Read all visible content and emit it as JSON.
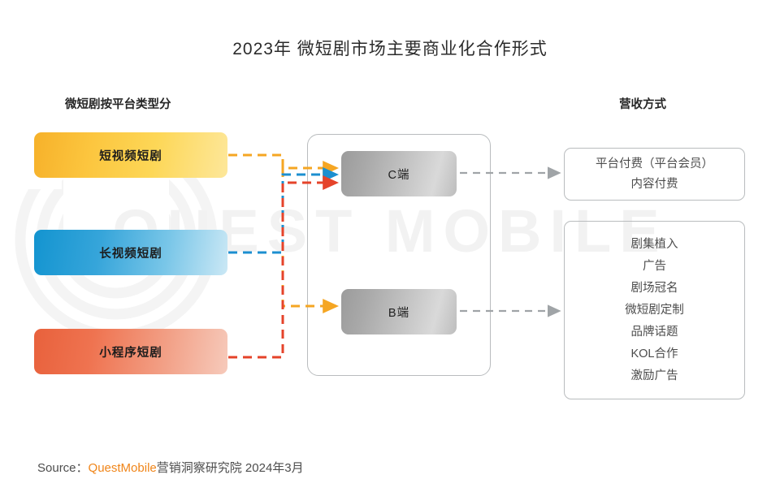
{
  "title": "2023年 微短剧市场主要商业化合作形式",
  "watermark": {
    "text": "QUEST MOBILE"
  },
  "columns": {
    "left_header": "微短剧按平台类型分",
    "right_header": "营收方式"
  },
  "platform_types": [
    {
      "label": "短视频短剧",
      "color": "#f6b12a",
      "line_color": "#f5a623"
    },
    {
      "label": "长视频短剧",
      "color": "#1394d0",
      "line_color": "#1c8fd0"
    },
    {
      "label": "小程序短剧",
      "color": "#e8613c",
      "line_color": "#e5432a"
    }
  ],
  "segments": [
    {
      "label": "C端"
    },
    {
      "label": "B端"
    }
  ],
  "revenue_boxes": [
    {
      "lines": [
        "平台付费（平台会员）",
        "内容付费"
      ]
    },
    {
      "lines": [
        "剧集植入",
        "广告",
        "剧场冠名",
        "微短剧定制",
        "品牌话题",
        "KOL合作",
        "激励广告"
      ]
    }
  ],
  "connector_color": "#a0a4a7",
  "footer": {
    "prefix": "Source：",
    "brand": "QuestMobile",
    "suffix": "营销洞察研究院 2024年3月"
  }
}
